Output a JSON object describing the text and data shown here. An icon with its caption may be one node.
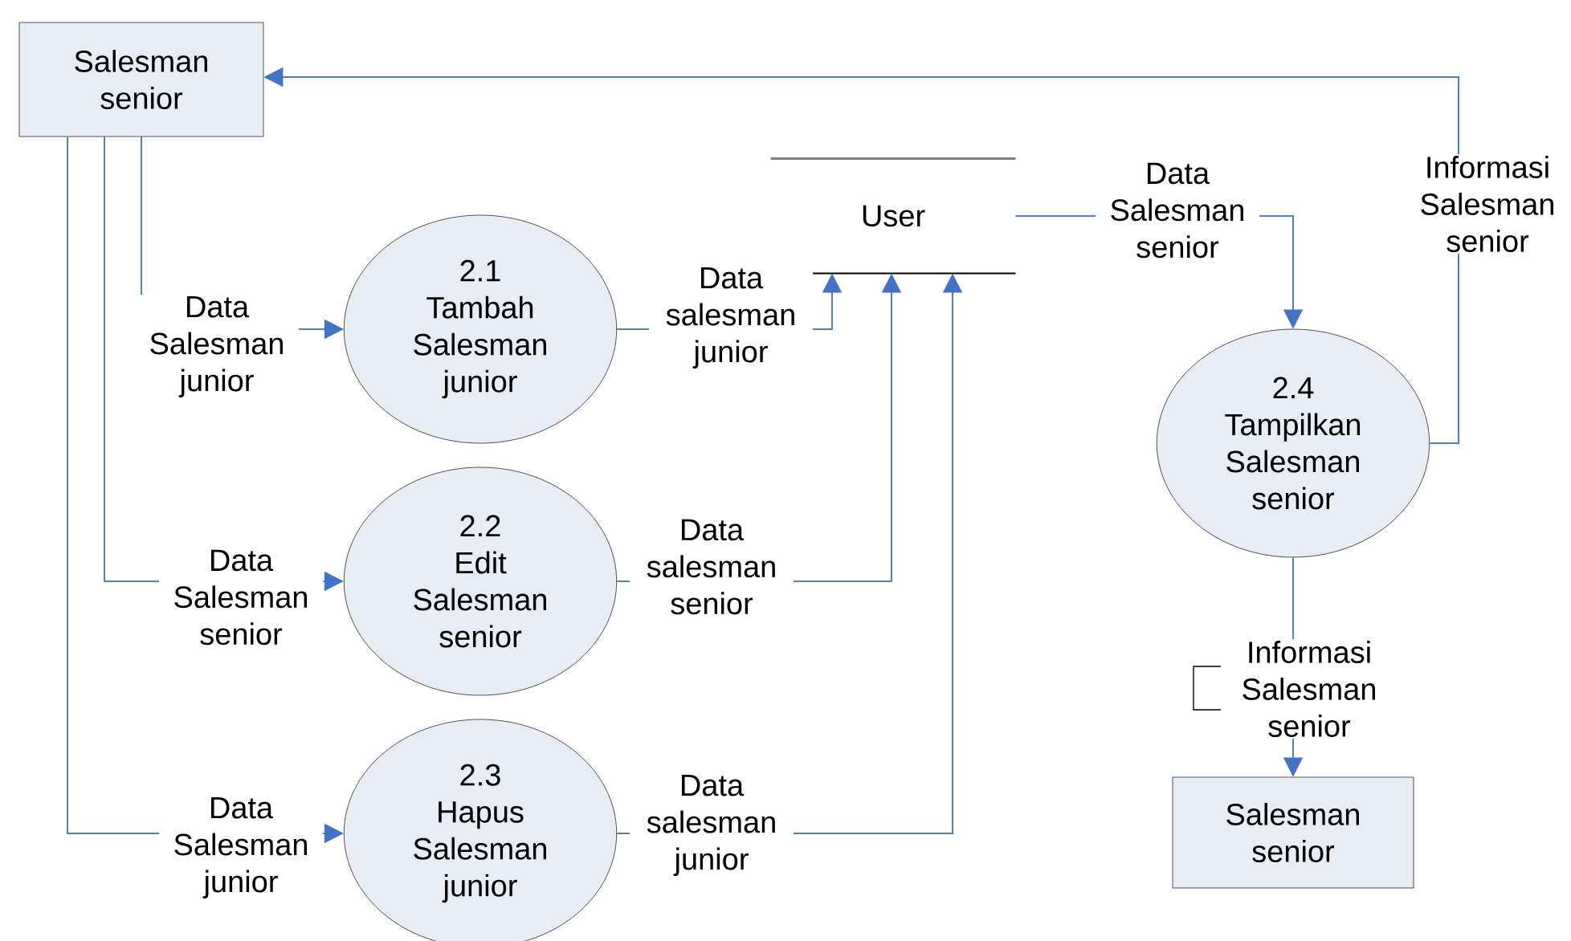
{
  "diagram": {
    "nodes": [
      {
        "text": [
          "Salesman senior"
        ]
      },
      {
        "text": [
          "User"
        ]
      },
      {
        "text": [
          "2.1",
          "Tambah Salesman junior"
        ]
      },
      {
        "text": [
          "2.2",
          "Edit Salesman senior"
        ]
      },
      {
        "text": [
          "2.3",
          "Hapus Salesman junior"
        ]
      },
      {
        "text": [
          "2.4",
          "Tampilkan Salesman senior"
        ]
      },
      {
        "text": [
          "Salesman senior"
        ]
      }
    ],
    "edges": [
      {
        "from": 0,
        "to": 2,
        "arrow": "to",
        "label": "Data Salesman junior"
      },
      {
        "from": 0,
        "to": 3,
        "arrow": "to",
        "label": "Data Salesman senior"
      },
      {
        "from": 0,
        "to": 4,
        "arrow": "to",
        "label": "Data Salesman junior"
      },
      {
        "from": 2,
        "to": 1,
        "arrow": "to",
        "label": "Data salesman junior"
      },
      {
        "from": 3,
        "to": 1,
        "arrow": "to",
        "label": "Data salesman senior"
      },
      {
        "from": 4,
        "to": 1,
        "arrow": "to",
        "label": "Data salesman junior"
      },
      {
        "from": 1,
        "to": 5,
        "arrow": "to",
        "label": "Data Salesman senior"
      },
      {
        "from": 5,
        "to": 0,
        "arrow": "to",
        "label": "Informasi Salesman senior"
      },
      {
        "from": 5,
        "to": 6,
        "arrow": "to",
        "label": "Informasi Salesman senior"
      }
    ]
  }
}
